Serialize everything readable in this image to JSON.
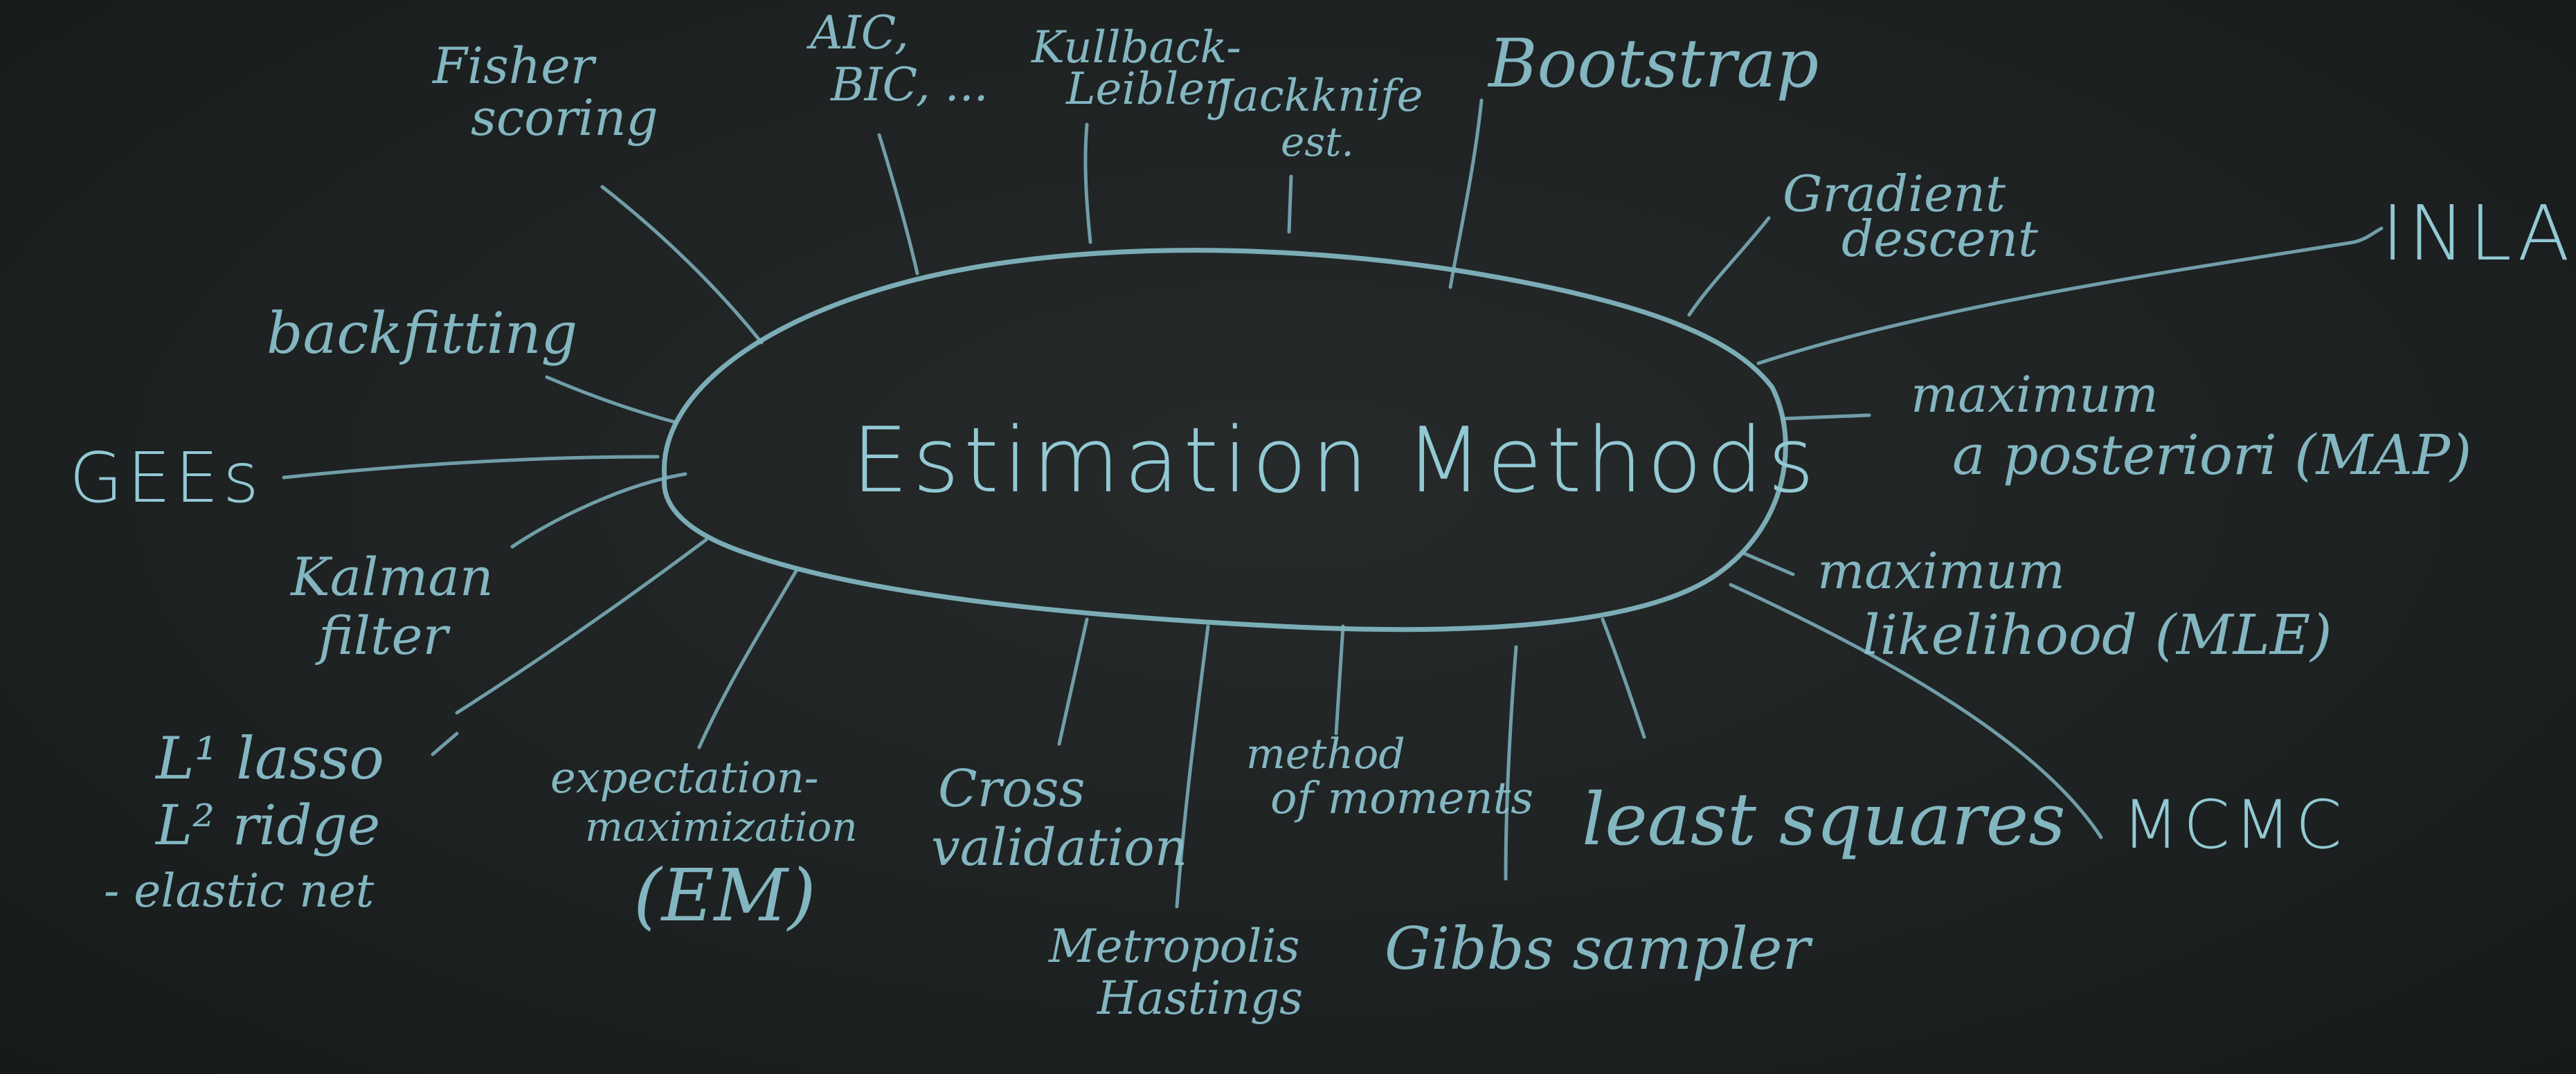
{
  "center": {
    "title": "Estimation Methods"
  },
  "nodes": {
    "fisher_1": "Fisher",
    "fisher_2": "scoring",
    "aic_1": "AIC,",
    "aic_2": "BIC, ...",
    "kl_1": "Kullback-",
    "kl_2": "Leibler",
    "jack_1": "Jackknife",
    "jack_2": "est.",
    "bootstrap": "Bootstrap",
    "grad_1": "Gradient",
    "grad_2": "descent",
    "inla": "INLA",
    "map_1": "maximum",
    "map_2": "a posteriori (MAP)",
    "mle_1": "maximum",
    "mle_2": "likelihood (MLE)",
    "mcmc": "MCMC",
    "least_squares": "least squares",
    "gibbs": "Gibbs sampler",
    "mom_1": "method",
    "mom_2": "of moments",
    "mh_1": "Metropolis",
    "mh_2": "Hastings",
    "cv_1": "Cross",
    "cv_2": "validation",
    "em_1": "expectation-",
    "em_2": "maximization",
    "em_3": "(EM)",
    "reg_1": "L¹ lasso",
    "reg_2": "L² ridge",
    "reg_3": "- elastic net",
    "kalman_1": "Kalman",
    "kalman_2": "filter",
    "gees": "GEEs",
    "backfitting": "backfitting"
  },
  "colors": {
    "chalk": "#86bcc7",
    "board": "#1e2222"
  }
}
